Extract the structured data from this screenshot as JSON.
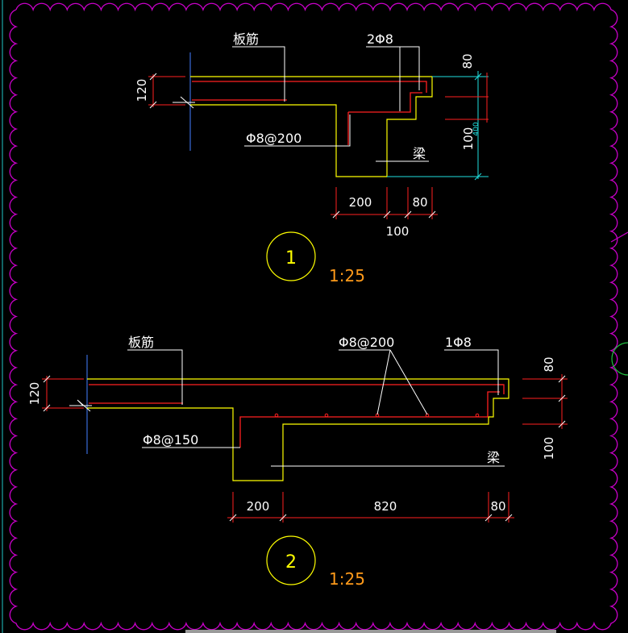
{
  "colors": {
    "background": "#000000",
    "cloud": "#c800c8",
    "outline": "#ffff00",
    "rebar": "#ff2020",
    "leader": "#ffffff",
    "dimension": "#ff2020",
    "text": "#ffffff",
    "scale": "#ff9a1a",
    "cyan": "#20e0e0",
    "green": "#20c040",
    "blue": "#3a6ad8"
  },
  "detail1": {
    "label_slab_rebar": "板筋",
    "label_top_bars": "2Φ8",
    "label_stirrups": "Φ8@200",
    "label_beam": "梁",
    "dim_slab_thk": "120",
    "dim_top": "80",
    "dim_right": "100",
    "dim_right_small": "400",
    "dim_bottom_a": "200",
    "dim_bottom_b": "80",
    "dim_bottom_c": "100",
    "number": "1",
    "scale": "1:25"
  },
  "detail2": {
    "label_slab_rebar": "板筋",
    "label_dist_bars": "Φ8@200",
    "label_end_bar": "1Φ8",
    "label_stirrups": "Φ8@150",
    "label_beam": "梁",
    "dim_slab_thk": "120",
    "dim_top": "80",
    "dim_right": "100",
    "dim_bottom_a": "200",
    "dim_bottom_b": "820",
    "dim_bottom_c": "80",
    "number": "2",
    "scale": "1:25"
  }
}
